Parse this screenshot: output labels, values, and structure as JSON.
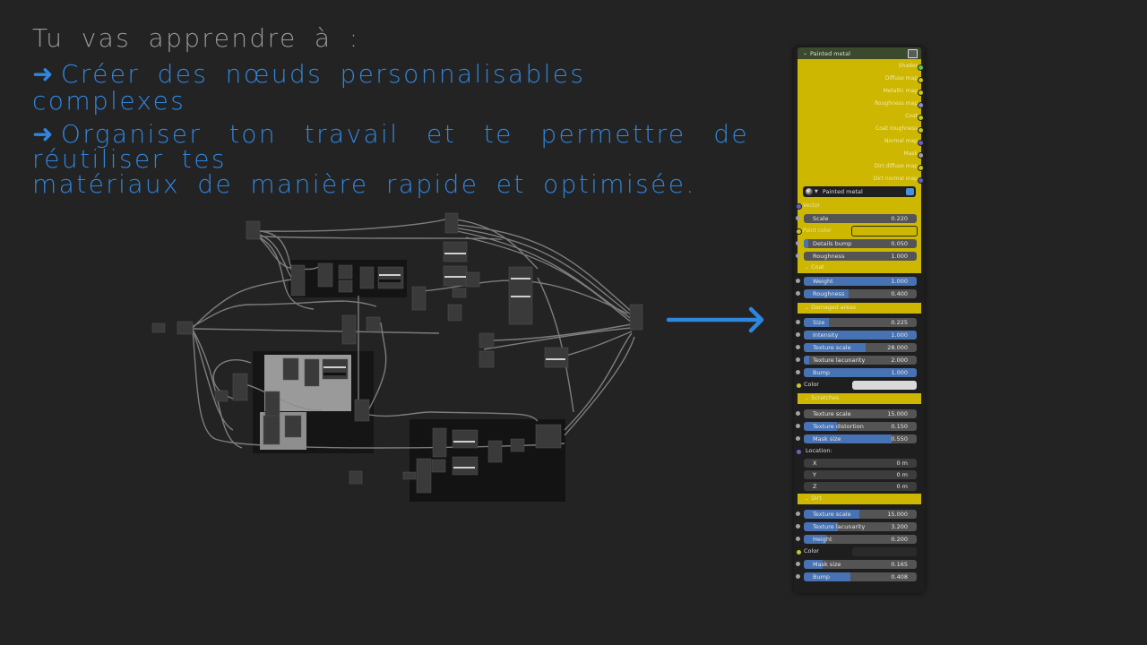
{
  "intro": {
    "title": "Tu vas apprendre à :",
    "bullet_icon": "arrow-right-icon",
    "bullets": [
      {
        "arrow": "➜",
        "text": "Créer des nœuds personnalisables complexes"
      },
      {
        "arrow": "➜",
        "text_line1": "Organiser ton travail et te permettre de réutiliser tes",
        "text_line2": "matériaux de manière rapide et optimisée."
      }
    ]
  },
  "colors": {
    "background": "#232323",
    "accent_blue": "#2f86de",
    "title_gray": "#9a9a9a",
    "node_yellow": "#cdb700",
    "slider_blue": "#4772b3",
    "field_gray": "#545454",
    "header_green": "#3b4a2d"
  },
  "node_graph": {
    "description": "Blender shader node tree overview (zoomed out)"
  },
  "transition_arrow": {
    "icon": "arrow-right-icon",
    "color": "#2f86de"
  },
  "panel": {
    "title": "Painted metal",
    "header_icon": "node-group-icon",
    "outputs": [
      {
        "label": "Shader",
        "socket_color": "#62c462"
      },
      {
        "label": "Diffuse map",
        "socket_color": "#c7c729"
      },
      {
        "label": "Metallic map",
        "socket_color": "#c7c729"
      },
      {
        "label": "Roughness map",
        "socket_color": "#8c8cc9"
      },
      {
        "label": "Coat",
        "socket_color": "#c7c729"
      },
      {
        "label": "Coat roughness",
        "socket_color": "#c7c729"
      },
      {
        "label": "Normal map",
        "socket_color": "#6363c7"
      },
      {
        "label": "Mask",
        "socket_color": "#a1a1a1"
      },
      {
        "label": "Dirt diffuse map",
        "socket_color": "#c7c729"
      },
      {
        "label": "Dirt normal map",
        "socket_color": "#6363c7"
      }
    ],
    "group_selector": {
      "value": "Painted metal",
      "icon": "material-ball-icon",
      "fake_user_icon": "shield-icon"
    },
    "inputs_top": {
      "vector_label": "Vector",
      "scale": {
        "label": "Scale",
        "value": "0.220"
      },
      "paint_color_label": "Paint color",
      "paint_color": "#cdb700",
      "details_bump": {
        "label": "Details bump",
        "value": "0.050"
      },
      "roughness": {
        "label": "Roughness",
        "value": "1.000"
      }
    },
    "sections": {
      "coat": {
        "title": "Coat",
        "weight": {
          "label": "Weight",
          "value": "1.000",
          "fill": 1.0
        },
        "roughness": {
          "label": "Roughness",
          "value": "0.400",
          "fill": 0.4
        }
      },
      "damaged": {
        "title": "Damaged areas",
        "size": {
          "label": "Size",
          "value": "0.225",
          "fill": 0.225
        },
        "intensity": {
          "label": "Intensity",
          "value": "1.000",
          "fill": 1.0
        },
        "texture_scale": {
          "label": "Texture scale",
          "value": "28.000",
          "fill": 0.55
        },
        "texture_lacunarity": {
          "label": "Texture lacunarity",
          "value": "2.000",
          "fill": 0.05
        },
        "bump": {
          "label": "Bump",
          "value": "1.000",
          "fill": 1.0
        },
        "color_label": "Color",
        "color": "#d9d9d9"
      },
      "scratches": {
        "title": "Scratches",
        "texture_scale": {
          "label": "Texture scale",
          "value": "15.000",
          "fill": 0
        },
        "texture_distortion": {
          "label": "Texture distortion",
          "value": "0.150",
          "fill": 0.15
        },
        "mask_size": {
          "label": "Mask size",
          "value": "0.550",
          "fill": 0.8
        },
        "location_label": "Location:",
        "x": {
          "label": "X",
          "value": "0 m"
        },
        "y": {
          "label": "Y",
          "value": "0 m"
        },
        "z": {
          "label": "Z",
          "value": "0 m"
        }
      },
      "dirt": {
        "title": "Dirt",
        "texture_scale": {
          "label": "Texture scale",
          "value": "15.000",
          "fill": 0.5
        },
        "texture_lacunarity": {
          "label": "Texture lacunarity",
          "value": "3.200",
          "fill": 0.3
        },
        "height": {
          "label": "Height",
          "value": "0.200",
          "fill": 0.2
        },
        "color_label": "Color",
        "color": "#2a2a2a",
        "mask_size": {
          "label": "Mask size",
          "value": "0.165",
          "fill": 0.165
        },
        "bump": {
          "label": "Bump",
          "value": "0.408",
          "fill": 0.408
        }
      }
    }
  }
}
